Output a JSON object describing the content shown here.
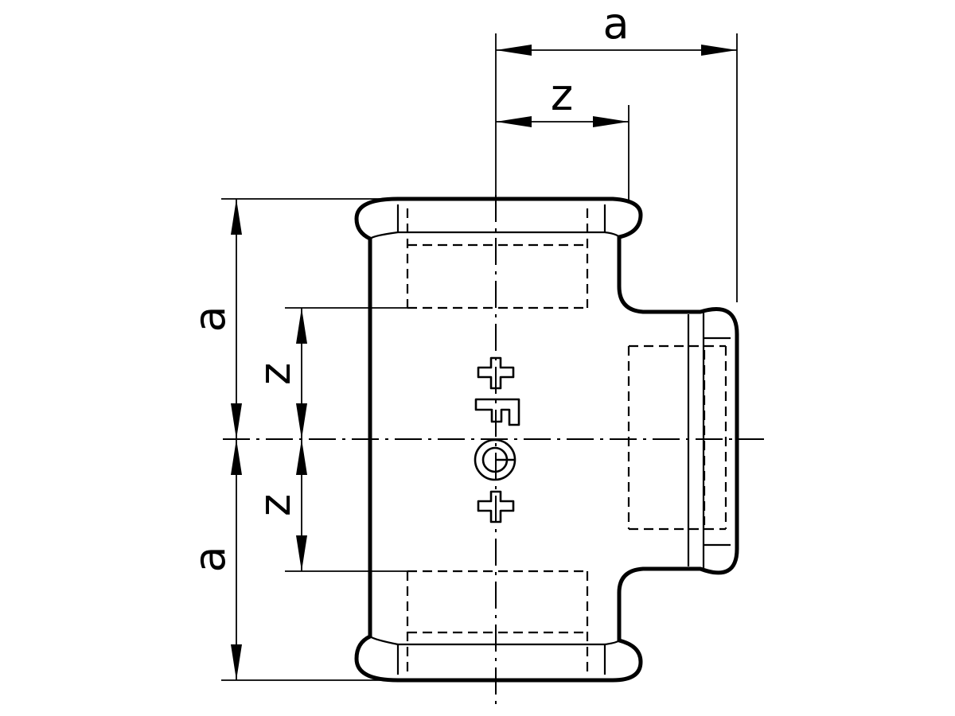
{
  "dimensions": {
    "top_overall": "a",
    "top_offset": "z",
    "left_upper_overall": "a",
    "left_upper_offset": "z",
    "left_lower_offset": "z",
    "left_lower_overall": "a"
  },
  "logo": {
    "text": "GF"
  },
  "colors": {
    "line": "#000000",
    "background": "#ffffff"
  }
}
